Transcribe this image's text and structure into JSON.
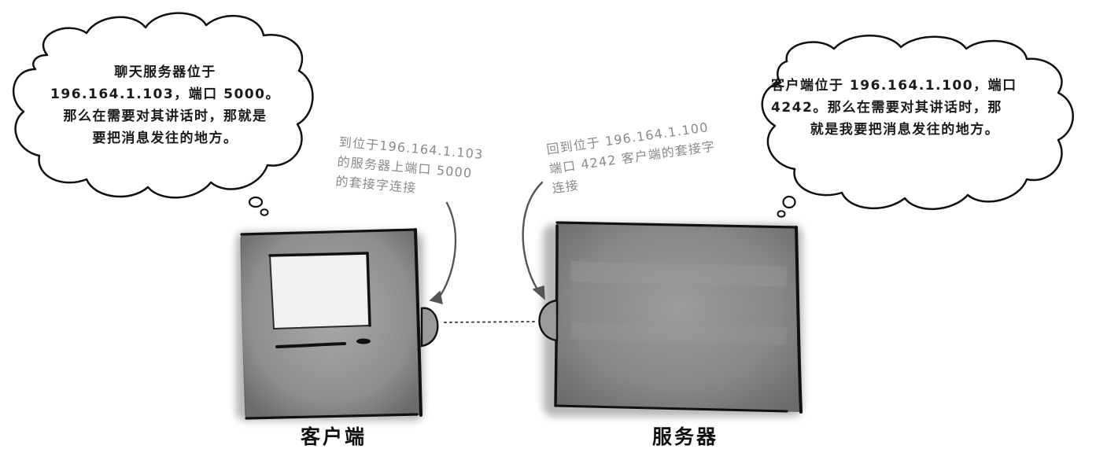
{
  "client": {
    "caption": "客户端",
    "thought": [
      "聊天服务器位于",
      "196.164.1.103，端口 5000。",
      "那么在需要对其讲话时，那就是",
      "要把消息发往的地方。"
    ],
    "note": [
      "到位于196.164.1.103",
      "的服务器上端口 5000",
      "的套接字连接"
    ]
  },
  "server": {
    "caption": "服务器",
    "thought": [
      "客户端位于 196.164.1.100，端口",
      "4242。那么在需要对其讲话时，那",
      "就是我要把消息发往的地方。"
    ],
    "note": [
      "回到位于 196.164.1.100",
      "端口 4242 客户端的套接字",
      "连接"
    ]
  },
  "colors": {
    "ink": "#111111",
    "note_text": "#8a8a8a",
    "device_gray": "#8c8c8c",
    "screen": "#f2f2f2"
  }
}
